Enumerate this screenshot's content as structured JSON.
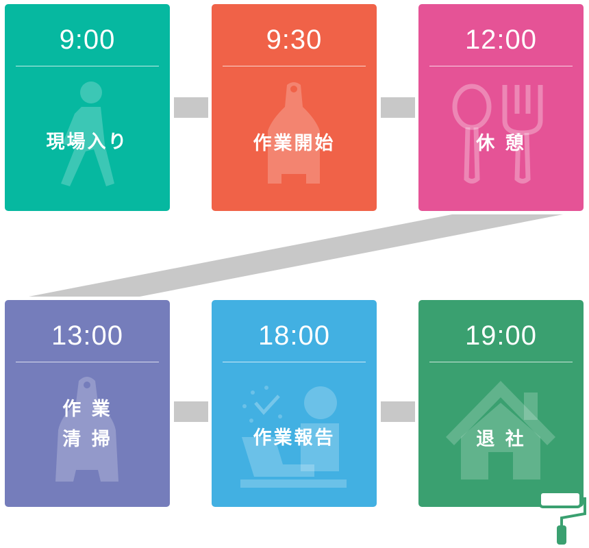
{
  "steps": [
    {
      "time": "9:00",
      "label": "現場入り",
      "color": "#06b8a0",
      "icon": "walking-person-icon"
    },
    {
      "time": "9:30",
      "label": "作業開始",
      "color": "#f06248",
      "icon": "cutting-board-icon"
    },
    {
      "time": "12:00",
      "label": "休 憩",
      "color": "#e55396",
      "icon": "spoon-fork-icon"
    },
    {
      "time": "13:00",
      "label": "作 業\n清 掃",
      "color": "#757dbb",
      "icon": "apron-icon"
    },
    {
      "time": "18:00",
      "label": "作業報告",
      "color": "#42b0e2",
      "icon": "desk-report-icon"
    },
    {
      "time": "19:00",
      "label": "退 社",
      "color": "#3aa070",
      "icon": "house-icon"
    }
  ],
  "connector_color": "#c8c8c8",
  "decoration": {
    "icon": "paint-roller-icon",
    "color": "#3aa070"
  }
}
